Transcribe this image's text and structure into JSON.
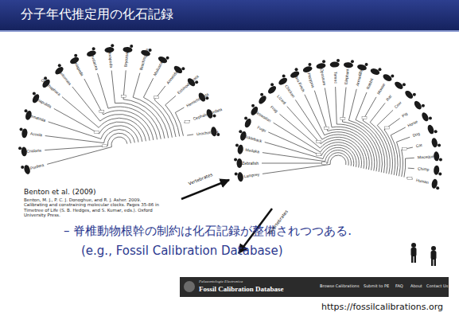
{
  "diagram": {
    "title": "分子年代推定用の化石記録",
    "labels": [
      "Benton et al. (2009)",
      "Benton, M. J., P. C. J. Donoghue, and R. J. Asher. 2009. Calibrating and constraining molecular clocks. Pages 35-86 in Timetree of Life (S. B. Hedges, and S. Kumar, eds.). Oxford University Press.",
      "– 脊椎動物根幹の制約は化石記録が整備されつつある.",
      "(e.g., Fossil Calibration Database)",
      "Palaeontologia Electronica",
      "Fossil Calibration Database",
      "Browse Calibrations",
      "Submit to PE",
      "FAQ",
      "About",
      "Contact Us",
      "https://fossilcalibrations.org",
      "Vertebrates",
      "Invertebrates",
      "Porifera",
      "Cnidaria",
      "Acoela",
      "Nematoda",
      "Priapulida",
      "Onychophora",
      "Chelicerata",
      "Myriapoda",
      "Crustacea",
      "Hexapoda",
      "Bryozoa",
      "Brachiopoda",
      "Mollusca",
      "Annelida",
      "Echinodermata",
      "Hemichordata",
      "Cephalochordata",
      "Urochordata",
      "Lamprey",
      "Zebrafish",
      "Medaka",
      "Stickleback",
      "Fugu",
      "Tetraodon",
      "Frog",
      "Lizard",
      "Chicken",
      "Zebra Finch",
      "Platypus",
      "Opossum",
      "Tenrec",
      "Elephant",
      "Armadillo",
      "Rabbit",
      "Mouse",
      "Rat",
      "Cow",
      "Pig",
      "Horse",
      "Dog",
      "Cat",
      "Macaque",
      "Chimp",
      "Human"
    ]
  }
}
